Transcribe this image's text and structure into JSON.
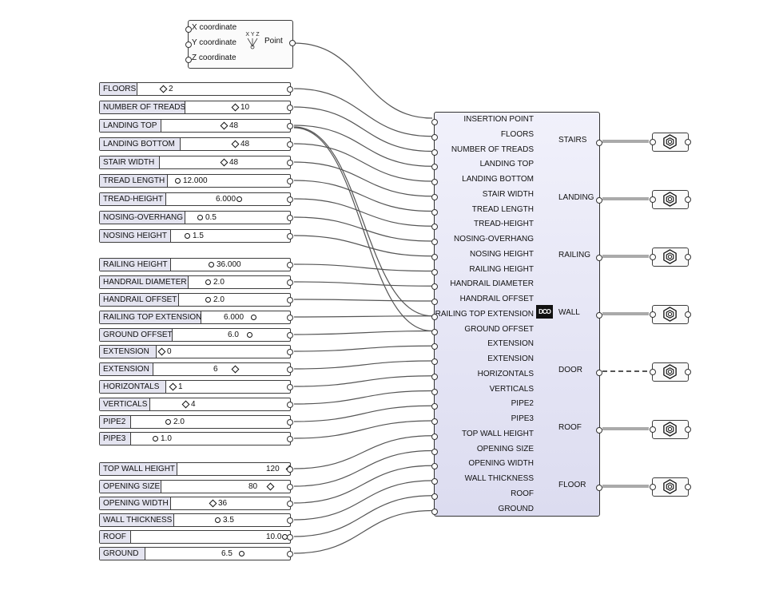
{
  "point_node": {
    "inputs": [
      "X coordinate",
      "Y coordinate",
      "Z coordinate"
    ],
    "icon": "xyz-point-icon",
    "icon_label": "X Y Z",
    "output": "Point"
  },
  "sliders": [
    {
      "label": "FLOORS",
      "value": "2",
      "grip": "diamond"
    },
    {
      "label": "NUMBER OF TREADS",
      "value": "10",
      "grip": "diamond"
    },
    {
      "label": "LANDING TOP",
      "value": "48",
      "grip": "diamond"
    },
    {
      "label": "LANDING BOTTOM",
      "value": "48",
      "grip": "diamond"
    },
    {
      "label": "STAIR WIDTH",
      "value": "48",
      "grip": "diamond"
    },
    {
      "label": "TREAD LENGTH",
      "value": "12.000",
      "grip": "circle"
    },
    {
      "label": "TREAD-HEIGHT",
      "value": "6.000",
      "grip": "circle"
    },
    {
      "label": "NOSING-OVERHANG",
      "value": "0.5",
      "grip": "circle"
    },
    {
      "label": "NOSING HEIGHT",
      "value": "1.5",
      "grip": "circle"
    },
    {
      "label": "RAILING HEIGHT",
      "value": "36.000",
      "grip": "circle"
    },
    {
      "label": "HANDRAIL DIAMETER",
      "value": "2.0",
      "grip": "circle"
    },
    {
      "label": "HANDRAIL OFFSET",
      "value": "2.0",
      "grip": "circle"
    },
    {
      "label": "RAILING TOP EXTENSION",
      "value": "6.000",
      "grip": "circle"
    },
    {
      "label": "GROUND OFFSET",
      "value": "6.0",
      "grip": "circle"
    },
    {
      "label": "EXTENSION",
      "value": "0",
      "grip": "diamond"
    },
    {
      "label": "EXTENSION",
      "value": "6",
      "grip": "diamond"
    },
    {
      "label": "HORIZONTALS",
      "value": "1",
      "grip": "diamond"
    },
    {
      "label": "VERTICALS",
      "value": "4",
      "grip": "diamond"
    },
    {
      "label": "PIPE2",
      "value": "2.0",
      "grip": "circle"
    },
    {
      "label": "PIPE3",
      "value": "1.0",
      "grip": "circle"
    },
    {
      "label": "TOP WALL HEIGHT",
      "value": "120",
      "grip": "diamond"
    },
    {
      "label": "OPENING SIZE",
      "value": "80",
      "grip": "diamond"
    },
    {
      "label": "OPENING WIDTH",
      "value": "36",
      "grip": "diamond"
    },
    {
      "label": "WALL THICKNESS",
      "value": "3.5",
      "grip": "circle"
    },
    {
      "label": "ROOF",
      "value": "10.0",
      "grip": "circle"
    },
    {
      "label": "GROUND",
      "value": "6.5",
      "grip": "circle"
    }
  ],
  "main_node": {
    "inputs": [
      "INSERTION POINT",
      "FLOORS",
      "NUMBER OF TREADS",
      "LANDING TOP",
      "LANDING BOTTOM",
      "STAIR WIDTH",
      "TREAD LENGTH",
      "TREAD-HEIGHT",
      "NOSING-OVERHANG",
      "NOSING HEIGHT",
      "RAILING HEIGHT",
      "HANDRAIL DIAMETER",
      "HANDRAIL OFFSET",
      "RAILING TOP EXTENSION",
      "GROUND OFFSET",
      "EXTENSION",
      "EXTENSION",
      "HORIZONTALS",
      "VERTICALS",
      "PIPE2",
      "PIPE3",
      "TOP WALL HEIGHT",
      "OPENING SIZE",
      "OPENING WIDTH",
      "WALL THICKNESS",
      "ROOF",
      "GROUND"
    ],
    "outputs": [
      "STAIRS",
      "LANDING",
      "RAILING",
      "WALL",
      "DOOR",
      "ROOF",
      "FLOOR"
    ],
    "logo": "DCO"
  },
  "bake_nodes": {
    "icon": "hex-nut-icon"
  }
}
